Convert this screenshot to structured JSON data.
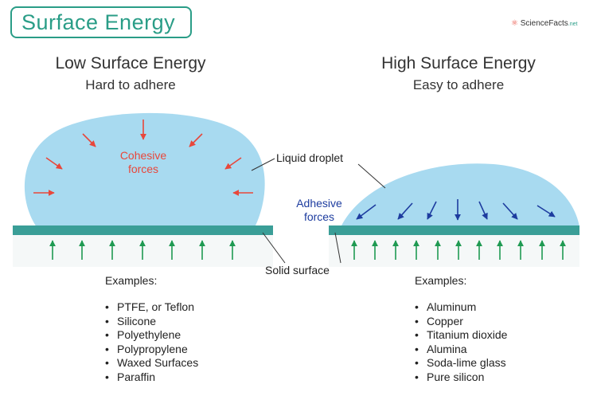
{
  "title": "Surface Energy",
  "brand": {
    "name": "ScienceFacts",
    "suffix": ".net"
  },
  "left": {
    "heading": "Low Surface Energy",
    "subheading": "Hard to adhere",
    "force_label": [
      "Cohesive",
      "forces"
    ],
    "examples_title": "Examples:",
    "examples": [
      "PTFE, or Teflon",
      "Silicone",
      "Polyethylene",
      "Polypropylene",
      "Waxed Surfaces",
      "Paraffin"
    ]
  },
  "right": {
    "heading": "High Surface Energy",
    "subheading": "Easy to adhere",
    "force_label": [
      "Adhesive",
      "forces"
    ],
    "examples_title": "Examples:",
    "examples": [
      "Aluminum",
      "Copper",
      "Titanium dioxide",
      "Alumina",
      "Soda-lime glass",
      "Pure silicon"
    ]
  },
  "labels": {
    "liquid_droplet": "Liquid droplet",
    "solid_surface": "Solid surface"
  },
  "colors": {
    "accent": "#2a9d87",
    "droplet": "#a8daf0",
    "surface": "#3a9e97",
    "cohesive_arrow": "#e8473b",
    "adhesive_arrow": "#1d3c9f",
    "support_arrow": "#1f9a52"
  }
}
